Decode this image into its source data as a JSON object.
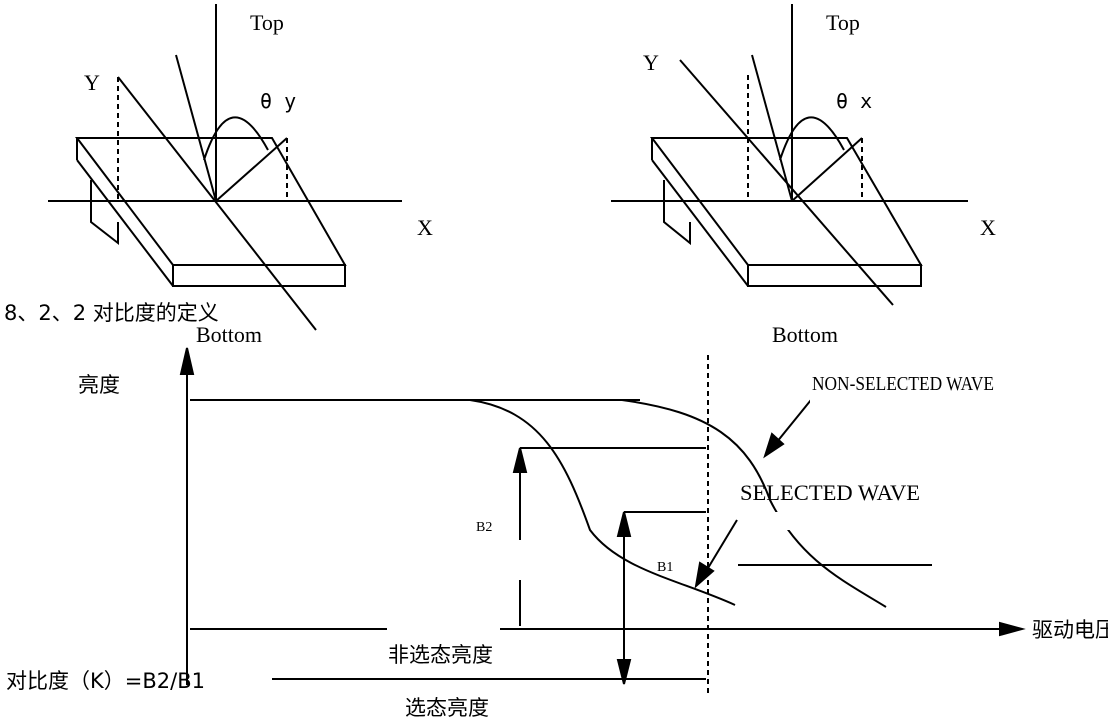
{
  "diagram_left": {
    "top_label": "Top",
    "bottom_label": "Bottom",
    "x_label": "X",
    "y_label": "Y",
    "angle_label": "θ y"
  },
  "diagram_right": {
    "top_label": "Top",
    "bottom_label": "Bottom",
    "x_label": "X",
    "y_label": "Y",
    "angle_label": "θ x"
  },
  "section_heading": "8、2、2  对比度的定义",
  "contrast_chart": {
    "y_label": "亮度",
    "x_label": "驱动电压",
    "non_selected_wave": "NON-SELECTED WAVE",
    "selected_wave": "SELECTED WAVE",
    "b2_label": "B2",
    "b1_label": "B1",
    "non_selected_brightness": "非选态亮度",
    "selected_brightness": "选态亮度",
    "formula": "对比度（K）=B2/B1"
  }
}
